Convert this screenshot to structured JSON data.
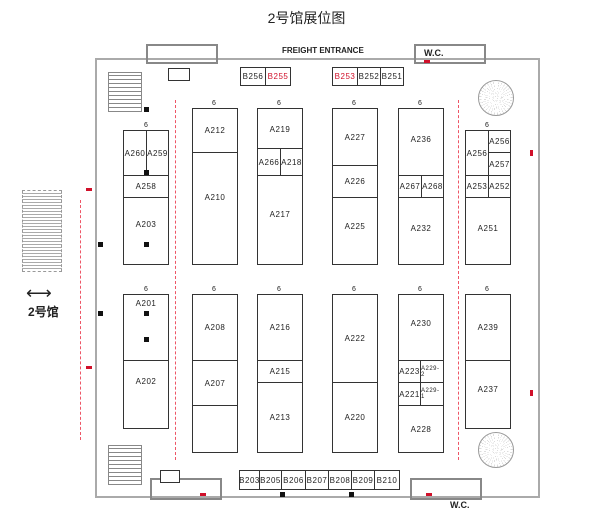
{
  "title": "2号馆展位图",
  "freight_entrance": "FREIGHT ENTRANCE",
  "wc": "W.C.",
  "hall_link": "2号馆",
  "aisle_width": "6",
  "top_booths": [
    "B256",
    "B255",
    "B253",
    "B252",
    "B251"
  ],
  "bottom_booths": [
    "B203",
    "B205",
    "B206",
    "B207",
    "B208",
    "B209",
    "B210"
  ],
  "booths": {
    "A260": "A260",
    "A259": "A259",
    "A258": "A258",
    "A203": "A203",
    "A201": "A201",
    "A202": "A202",
    "A212": "A212",
    "A210": "A210",
    "A208": "A208",
    "A207": "A207",
    "A219": "A219",
    "A266": "A266",
    "A218": "A218",
    "A217": "A217",
    "A216": "A216",
    "A215": "A215",
    "A213": "A213",
    "A227": "A227",
    "A226": "A226",
    "A225": "A225",
    "A222": "A222",
    "A220": "A220",
    "A236": "A236",
    "A267": "A267",
    "A268": "A268",
    "A232": "A232",
    "A230": "A230",
    "A223": "A223",
    "A229_2": "A229-2",
    "A221": "A221",
    "A229_1": "A229-1",
    "A228": "A228",
    "A256a": "A256",
    "A256b": "A256",
    "A257": "A257",
    "A253": "A253",
    "A252": "A252",
    "A251": "A251",
    "A239": "A239",
    "A237": "A237"
  },
  "colors": {
    "highlight": "#d0102a"
  }
}
